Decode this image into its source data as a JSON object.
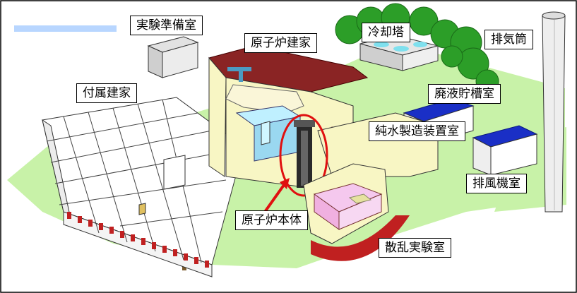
{
  "labels": {
    "prep_room": "実験準備室",
    "reactor_building": "原子炉建家",
    "cooling_tower": "冷却塔",
    "exhaust_stack": "排気筒",
    "annex_building": "付属建家",
    "waste_tank_room": "廃液貯槽室",
    "pure_water_room": "純水製造装置室",
    "exhaust_fan_room": "排風機室",
    "reactor_core": "原子炉本体",
    "scattering_room": "散乱実験室"
  },
  "colors": {
    "ground": "#c8f2a8",
    "wall_cream": "#f8f6c4",
    "roof_maroon": "#7a1c1c",
    "roof_blue": "#1a2fc6",
    "tree": "#2c9e28",
    "pink_room": "#f5c8ee",
    "highlight_red": "#e01010",
    "pool_cyan": "#bff0ff"
  }
}
